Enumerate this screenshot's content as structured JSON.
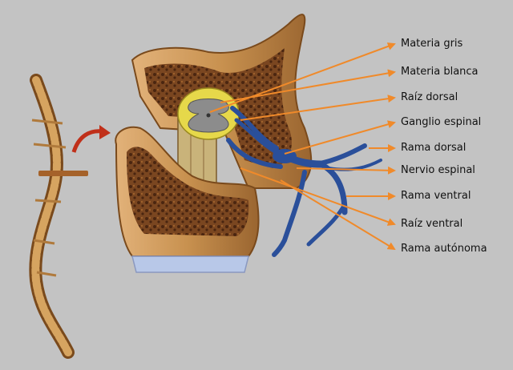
{
  "labels": [
    {
      "id": "materia-gris",
      "text": "Materia gris"
    },
    {
      "id": "materia-blanca",
      "text": "Materia blanca"
    },
    {
      "id": "raiz-dorsal",
      "text": "Raíz dorsal"
    },
    {
      "id": "ganglio-espinal",
      "text": "Ganglio espinal"
    },
    {
      "id": "rama-dorsal",
      "text": "Rama dorsal"
    },
    {
      "id": "nervio-espinal",
      "text": "Nervio espinal"
    },
    {
      "id": "rama-ventral",
      "text": "Rama ventral"
    },
    {
      "id": "raiz-ventral",
      "text": "Raíz ventral"
    },
    {
      "id": "rama-autonoma",
      "text": "Rama autónoma"
    }
  ],
  "colors": {
    "background": "#c3c3c3",
    "bone": "#c8914f",
    "bone_dark": "#8a5a28",
    "spongy": "#6b3d1a",
    "gray_matter": "#8c8c8c",
    "white_matter": "#e6d84a",
    "nerve": "#2a4f9a",
    "leader": "#f08a2a",
    "disc": "#b8c8e8"
  }
}
